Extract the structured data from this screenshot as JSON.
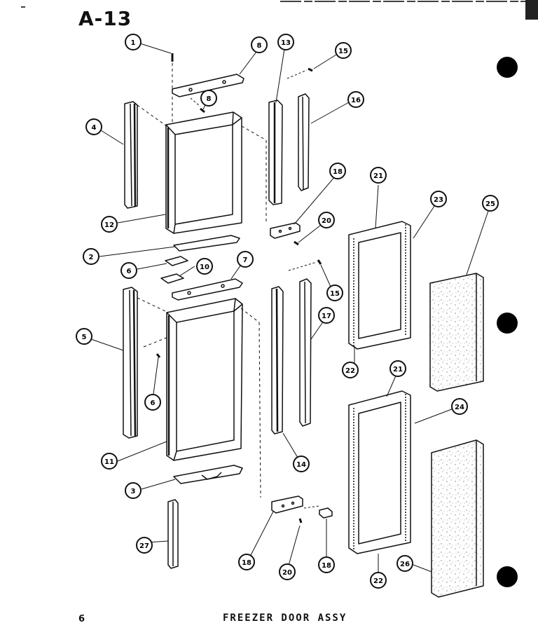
{
  "page": {
    "title": "A-13",
    "caption": "FREEZER   DOOR   ASSY",
    "page_number": "6"
  },
  "callouts": {
    "c1": "1",
    "c2": "2",
    "c3": "3",
    "c4": "4",
    "c5": "5",
    "c6a": "6",
    "c6b": "6",
    "c7": "7",
    "c8a": "8",
    "c8b": "8",
    "c10": "10",
    "c11": "11",
    "c12": "12",
    "c13": "13",
    "c14": "14",
    "c15a": "15",
    "c15b": "15",
    "c16": "16",
    "c17": "17",
    "c18a": "18",
    "c18b": "18",
    "c18c": "18",
    "c20a": "20",
    "c20b": "20",
    "c21a": "21",
    "c21b": "21",
    "c22a": "22",
    "c22b": "22",
    "c23": "23",
    "c24": "24",
    "c25": "25",
    "c26": "26",
    "c27": "27"
  }
}
